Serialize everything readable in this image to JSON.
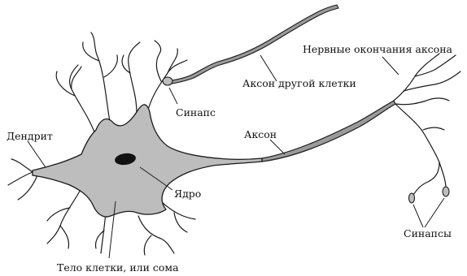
{
  "labels": {
    "dendrite": "Дендрит",
    "nucleus": "Ядро",
    "soma": "Тело клетки, или сома",
    "synapse_top": "Синапс",
    "axon_other_cell": "Аксон другой клетки",
    "axon": "Аксон",
    "axon_terminals": "Нервные окончания аксона",
    "synapses": "Синапсы"
  },
  "colors": {
    "soma_fill": "#bdbdbd",
    "stroke": "#1a1a1a",
    "nucleus": "#111111",
    "background": "#ffffff"
  }
}
